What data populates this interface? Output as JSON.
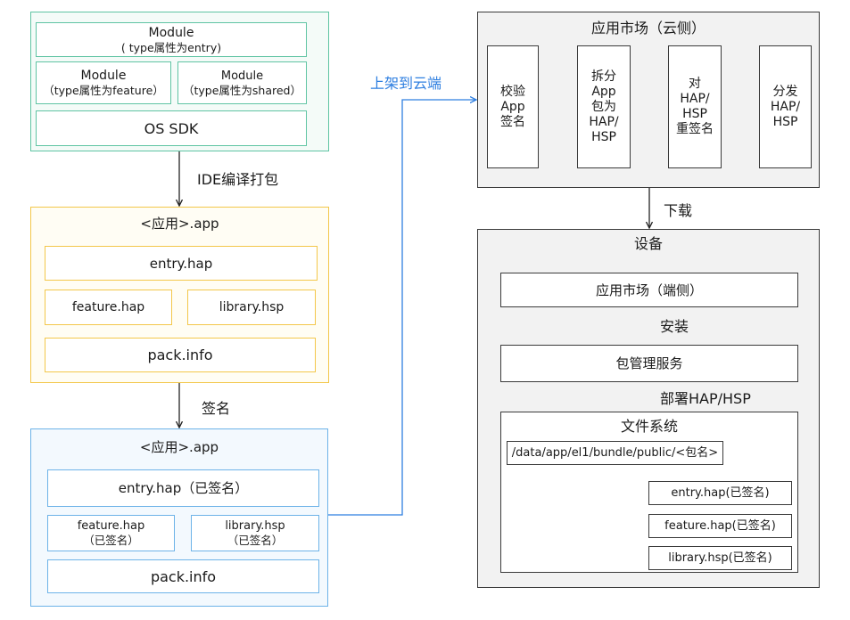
{
  "source": {
    "module_entry": {
      "title": "Module",
      "sub": "( type属性为entry)"
    },
    "module_feature": {
      "title": "Module",
      "sub": "（type属性为feature）"
    },
    "module_shared": {
      "title": "Module",
      "sub": "（type属性为shared）"
    },
    "os_sdk": "OS SDK"
  },
  "step_compile": "IDE编译打包",
  "app_unsigned": {
    "title": "<应用>.app",
    "entry": "entry.hap",
    "feature": "feature.hap",
    "library": "library.hsp",
    "pack": "pack.info"
  },
  "step_sign": "签名",
  "app_signed": {
    "title": "<应用>.app",
    "entry": "entry.hap（已签名）",
    "feature": "feature.hap",
    "feature_sub": "（已签名）",
    "library": "library.hsp",
    "library_sub": "（已签名）",
    "pack": "pack.info"
  },
  "step_publish": "上架到云端",
  "cloud": {
    "title": "应用市场（云侧）",
    "steps": [
      [
        "校验",
        "App",
        "签名"
      ],
      [
        "拆分",
        "App",
        "包为",
        "HAP/",
        "HSP"
      ],
      [
        "对",
        "HAP/",
        "HSP",
        "重签名"
      ],
      [
        "分发",
        "HAP/",
        "HSP"
      ]
    ]
  },
  "step_download": "下载",
  "device": {
    "title": "设备",
    "market": "应用市场（端侧）",
    "step_install": "安装",
    "bundle_service": "包管理服务",
    "step_deploy": "部署HAP/HSP",
    "fs_title": "文件系统",
    "path": "/data/app/el1/bundle/public/<包名>",
    "files": [
      "entry.hap(已签名)",
      "feature.hap(已签名)",
      "library.hsp(已签名)"
    ]
  },
  "colors": {
    "green": "#5fc4a3",
    "yellow": "#f3c74a",
    "blue": "#6db3e8",
    "dark": "#3a3a3a",
    "publish_link": "#2f7fe0"
  }
}
